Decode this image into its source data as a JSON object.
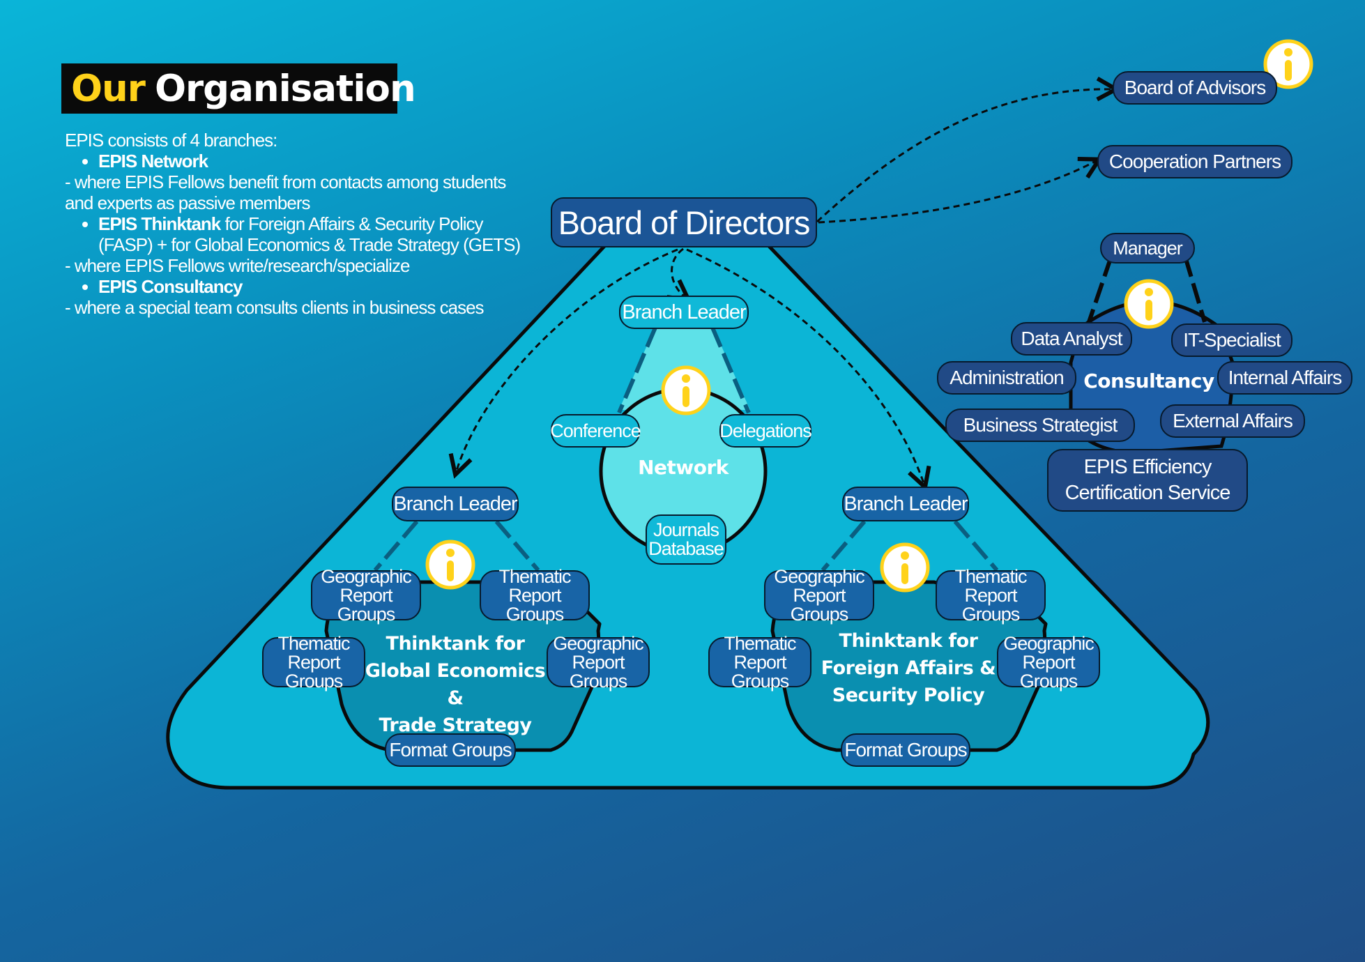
{
  "title": {
    "accent": "Our",
    "rest": "Organisation"
  },
  "intro": {
    "lead": "EPIS consists of 4 branches:",
    "b1_name": "EPIS Network",
    "b1_desc": "- where EPIS Fellows benefit from contacts among students and experts as passive members",
    "b2_name": "EPIS Thinktank",
    "b2_rest": "for Foreign Affairs & Security Policy (FASP) + for Global Economics & Trade Strategy (GETS)",
    "b2_desc": "- where EPIS Fellows write/research/specialize",
    "b3_name": "EPIS Consultancy",
    "b3_desc": "- where a special team consults clients in business cases"
  },
  "top": {
    "board_directors": "Board of Directors",
    "board_advisors": "Board of Advisors",
    "cooperation": "Cooperation Partners"
  },
  "network": {
    "label": "Network",
    "branch_leader": "Branch Leader",
    "conference": "Conference",
    "delegations": "Delegations",
    "journals_line1": "Journals",
    "journals_line2": "Database"
  },
  "gets": {
    "line1": "Thinktank for",
    "line2": "Global Economics &",
    "line3": "Trade Strategy",
    "branch_leader": "Branch Leader",
    "geo_top_1": "Geographic",
    "geo_top_2": "Report Groups",
    "them_top_1": "Thematic",
    "them_top_2": "Report Groups",
    "them_side_1": "Thematic",
    "them_side_2": "Report Groups",
    "geo_side_1": "Geographic",
    "geo_side_2": "Report Groups",
    "format": "Format Groups"
  },
  "fasp": {
    "line1": "Thinktank for",
    "line2": "Foreign Affairs &",
    "line3": "Security Policy",
    "branch_leader": "Branch Leader",
    "geo_top_1": "Geographic",
    "geo_top_2": "Report Groups",
    "them_top_1": "Thematic",
    "them_top_2": "Report Groups",
    "them_side_1": "Thematic",
    "them_side_2": "Report Groups",
    "geo_side_1": "Geographic",
    "geo_side_2": "Report Groups",
    "format": "Format Groups"
  },
  "consultancy": {
    "label": "Consultancy",
    "manager": "Manager",
    "data_analyst": "Data Analyst",
    "it_specialist": "IT-Specialist",
    "administration": "Administration",
    "internal_affairs": "Internal Affairs",
    "business_strategist": "Business Strategist",
    "external_affairs": "External Affairs",
    "efficiency_1": "EPIS Efficiency",
    "efficiency_2": "Certification Service"
  },
  "colors": {
    "accent_yellow": "#ffd21a",
    "pyramid_fill": "#0cb5d6",
    "network_fill": "#5ee1e8",
    "hex_fill": "#0a8fb0",
    "consultancy_fill": "#1c5ea6",
    "node_blue": "#1864a6",
    "node_navy": "#214a86"
  },
  "icons": [
    "info-icon"
  ]
}
